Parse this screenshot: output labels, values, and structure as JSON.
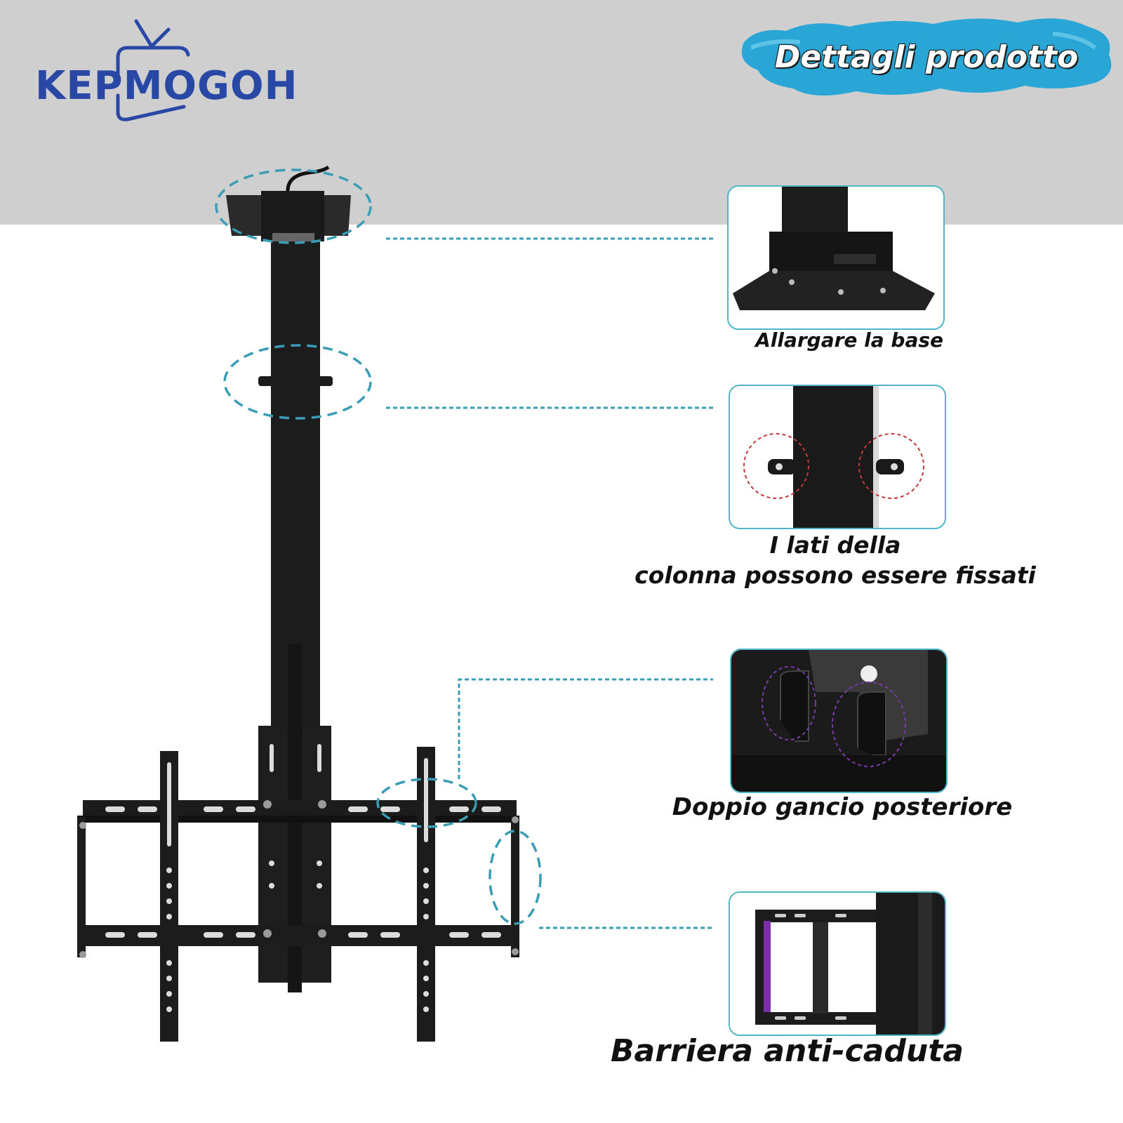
{
  "brand": {
    "name": "KEPMOGOH",
    "color": "#2948a6"
  },
  "banner": {
    "title": "Dettagli prodotto",
    "color": "#2aa6d6"
  },
  "accent_color": "#4fb6c8",
  "features": [
    {
      "caption": "Allargare la base"
    },
    {
      "caption_line1": "I lati della",
      "caption_line2": "colonna possono essere fissati"
    },
    {
      "caption": "Doppio gancio posteriore"
    },
    {
      "caption": "Barriera anti-caduta"
    }
  ]
}
